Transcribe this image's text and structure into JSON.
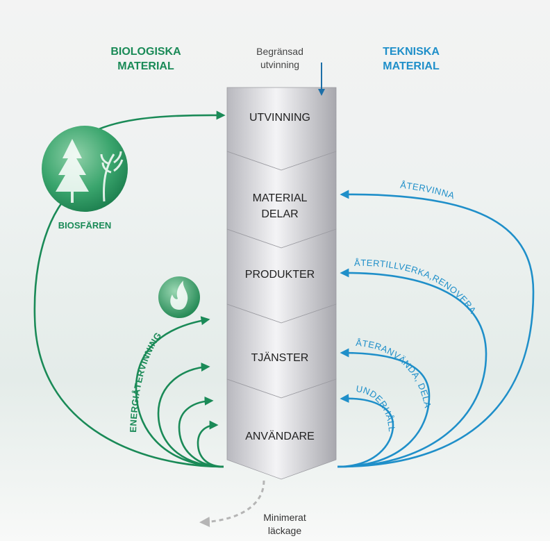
{
  "headings": {
    "biological": [
      "BIOLOGISKA",
      "MATERIAL"
    ],
    "technical": [
      "TEKNISKA",
      "MATERIAL"
    ],
    "limited_extraction": [
      "Begränsad",
      "utvinning"
    ]
  },
  "stages": [
    {
      "lines": [
        "UTVINNING"
      ]
    },
    {
      "lines": [
        "MATERIAL",
        "DELAR"
      ]
    },
    {
      "lines": [
        "PRODUKTER"
      ]
    },
    {
      "lines": [
        "TJÄNSTER"
      ]
    },
    {
      "lines": [
        "ANVÄNDARE"
      ]
    }
  ],
  "bio_labels": {
    "biosphere": "BIOSFÄREN",
    "energy_recovery": "ENERGIÅTERVINNING"
  },
  "tech_loops": {
    "recycle": "ÅTERVINNA",
    "remanufacture": "ÅTERTILLVERKA,RENOVERA",
    "reuse": "ÅTERANVÄNDA, DELA",
    "maintain": "UNDERHÅLL"
  },
  "leakage": [
    "Minimerat",
    "läckage"
  ],
  "colors": {
    "green": "#1a8a57",
    "blue": "#1f8fc9",
    "dark_blue": "#1d6fa8",
    "column_text": "#1f1f1f",
    "leak_grey": "#b5b5b5"
  }
}
